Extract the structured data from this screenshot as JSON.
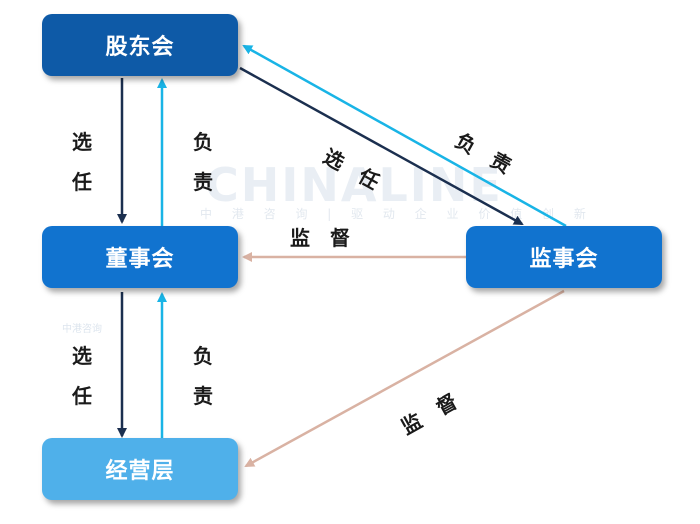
{
  "watermark": {
    "main": "CHINALINE",
    "sub": "中 港 咨 询 | 驱 动 企 业 价 值 创 新",
    "logo": "中港咨询"
  },
  "nodes": {
    "shareholders": "股东会",
    "board": "董事会",
    "supervisors": "监事会",
    "management": "经营层"
  },
  "edges": {
    "elect": "选任",
    "responsible": "负责",
    "supervise": "监督"
  },
  "colors": {
    "dark_blue": "#0e5aa7",
    "mid_blue": "#1173cf",
    "light_blue": "#4fb0ea",
    "arrow_dark": "#1b2f4f",
    "arrow_cyan": "#19b4e6",
    "arrow_tan": "#d9b2a3"
  }
}
